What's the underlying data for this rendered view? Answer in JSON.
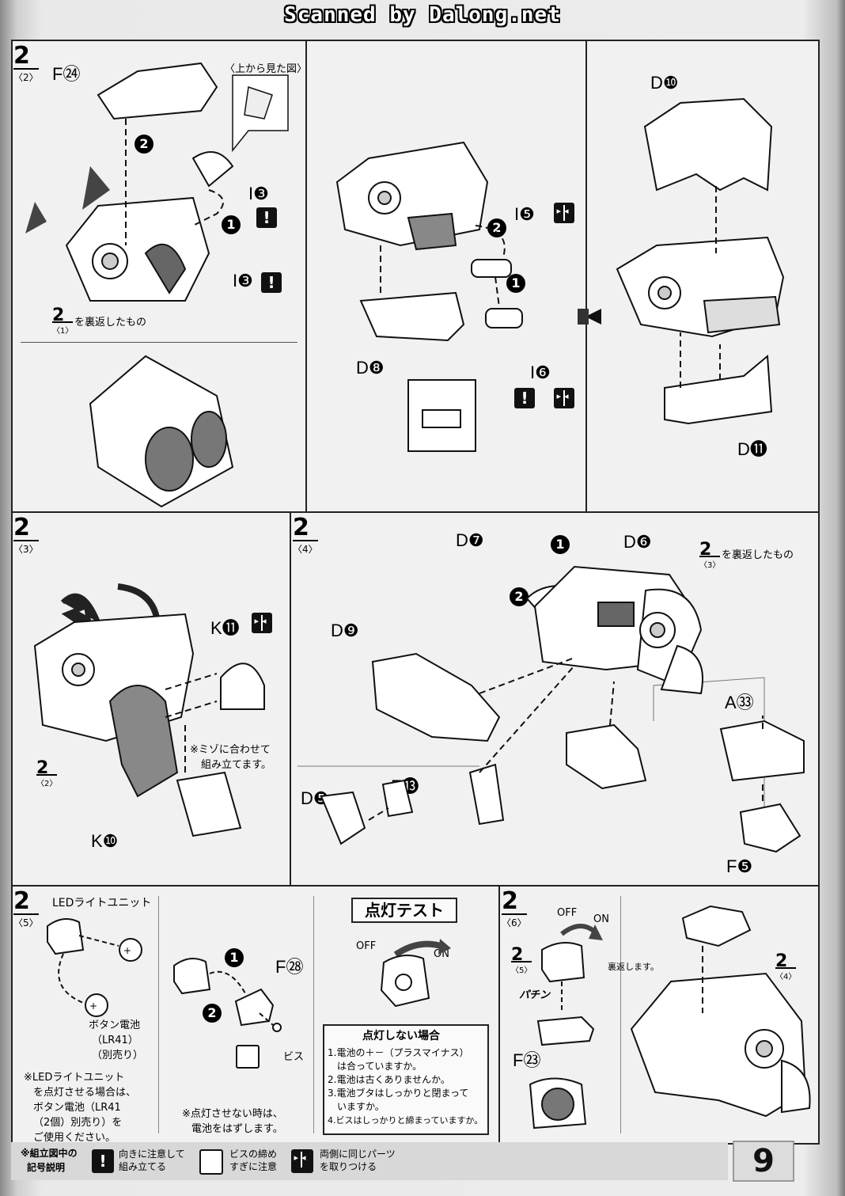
{
  "header": {
    "scan_credit": "Scanned by Dalong.net"
  },
  "step_number": "2",
  "panels": {
    "p2": {
      "sub": "〈2〉",
      "parts": [
        "F㉔",
        "I❸",
        "I❸"
      ],
      "top_view_caption": "〈上から見た図〉",
      "ref_sub": "〈1〉",
      "ref_caption": "を裏返したもの"
    },
    "p2b": {
      "parts": [
        "I❺",
        "I❻",
        "D❽"
      ]
    },
    "p2c": {
      "parts": [
        "D❿",
        "D⓫"
      ]
    },
    "p3": {
      "sub": "〈3〉",
      "parts": [
        "K⓫",
        "K❿"
      ],
      "ref_sub": "〈2〉",
      "note_line1": "※ミゾに合わせて",
      "note_line2": "組み立てます。"
    },
    "p4": {
      "sub": "〈4〉",
      "parts": [
        "D❼",
        "D❻",
        "D❾",
        "D❺",
        "F⓭",
        "A㉝",
        "F❺"
      ],
      "ref_sub": "〈3〉",
      "ref_caption": "を裏返したもの"
    },
    "p5": {
      "sub": "〈5〉",
      "led_label": "LEDライトユニット",
      "battery_line1": "ボタン電池",
      "battery_line2": "（LR41）",
      "battery_line3": "（別売り）",
      "note_line1": "※LEDライトユニット",
      "note_line2": "を点灯させる場合は、",
      "note_line3": "ボタン電池（LR41",
      "note_line4": "（2個）別売り）を",
      "note_line5": "ご使用ください。",
      "part": "F㉘",
      "screw_label": "ビス",
      "unlit_note_line1": "※点灯させない時は、",
      "unlit_note_line2": "電池をはずします。"
    },
    "test": {
      "title": "点灯テスト",
      "off": "OFF",
      "on": "ON",
      "trouble_title": "点灯しない場合",
      "checks": [
        "1.電池の＋－（プラスマイナス）",
        "　は合っていますか。",
        "2.電池は古くありませんか。",
        "3.電池ブタはしっかりと閉まって",
        "　いますか。",
        "4.ビスはしっかりと締まっていますか。"
      ]
    },
    "p6": {
      "sub": "〈6〉",
      "off": "OFF",
      "on": "ON",
      "flip_caption": "裏返します。",
      "ref5_sub": "〈5〉",
      "ref4_sub": "〈4〉",
      "snap_label": "パチン",
      "part": "F㉓"
    }
  },
  "legend": {
    "title_line1": "※組立図中の",
    "title_line2": "記号説明",
    "items": [
      {
        "icon": "caution-icon",
        "line1": "向きに注意して",
        "line2": "組み立てる"
      },
      {
        "icon": "screw-tight-icon",
        "line1": "ビスの締め",
        "line2": "すぎに注意"
      },
      {
        "icon": "same-parts-both-sides-icon",
        "line1": "両側に同じパーツ",
        "line2": "を取りつける"
      }
    ]
  },
  "page_number": "9"
}
